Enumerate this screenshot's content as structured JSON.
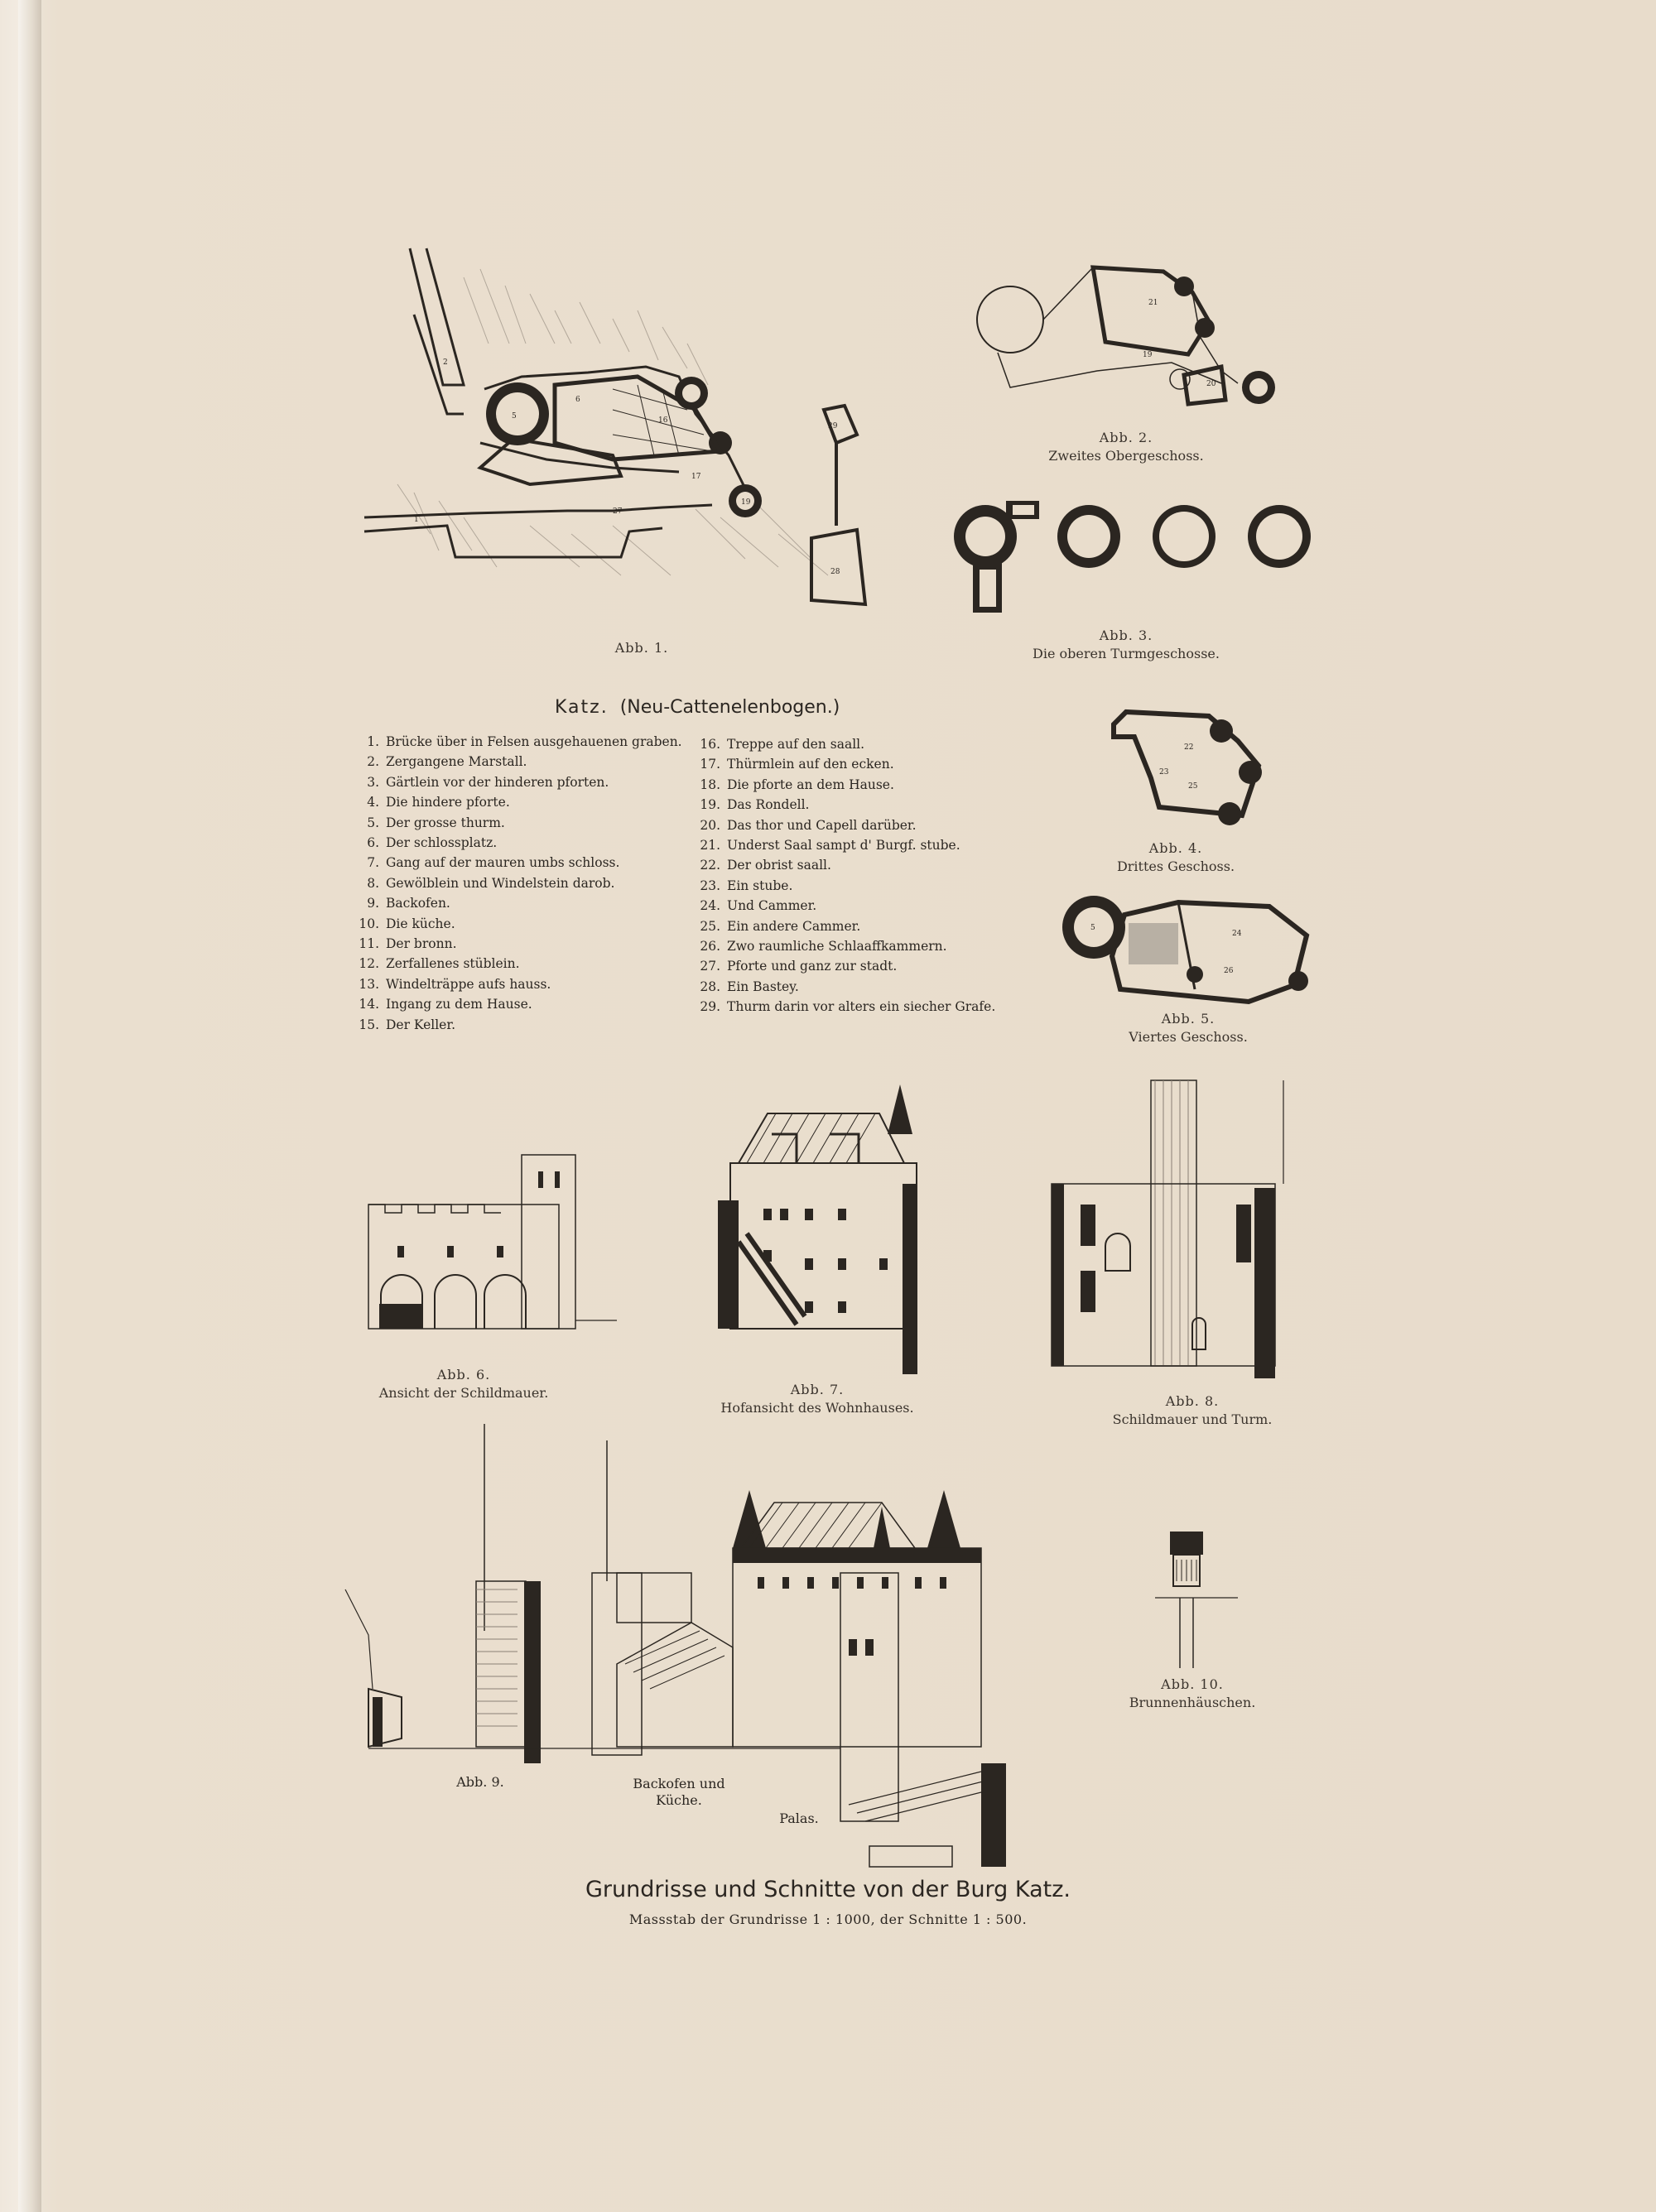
{
  "figures": {
    "abb1": {
      "label": "Abb. 1."
    },
    "abb2": {
      "label": "Abb. 2.",
      "caption": "Zweites Obergeschoss."
    },
    "abb3": {
      "label": "Abb. 3.",
      "caption": "Die oberen Turmgeschosse."
    },
    "abb4": {
      "label": "Abb. 4.",
      "caption": "Drittes Geschoss."
    },
    "abb5": {
      "label": "Abb. 5.",
      "caption": "Viertes Geschoss."
    },
    "abb6": {
      "label": "Abb. 6.",
      "caption": "Ansicht der Schildmauer."
    },
    "abb7": {
      "label": "Abb. 7.",
      "caption": "Hofansicht des Wohnhauses."
    },
    "abb8": {
      "label": "Abb. 8.",
      "caption": "Schildmauer und Turm."
    },
    "abb9": {
      "label": "Abb. 9.",
      "backofen": "Backofen und",
      "kueche": "Küche.",
      "palas": "Palas."
    },
    "abb10": {
      "label": "Abb. 10.",
      "caption": "Brunnenhäuschen."
    }
  },
  "legend": {
    "title_katz": "Katz.",
    "title_sub": "(Neu-Cattenelenbogen.)",
    "left": [
      {
        "n": "1.",
        "t": "Brücke über in Felsen ausgehauenen graben."
      },
      {
        "n": "2.",
        "t": "Zergangene Marstall."
      },
      {
        "n": "3.",
        "t": "Gärtlein vor der hinderen pforten."
      },
      {
        "n": "4.",
        "t": "Die hindere pforte."
      },
      {
        "n": "5.",
        "t": "Der grosse thurm."
      },
      {
        "n": "6.",
        "t": "Der schlossplatz."
      },
      {
        "n": "7.",
        "t": "Gang auf der mauren umbs schloss."
      },
      {
        "n": "8.",
        "t": "Gewölblein und Windelstein darob."
      },
      {
        "n": "9.",
        "t": "Backofen."
      },
      {
        "n": "10.",
        "t": "Die küche."
      },
      {
        "n": "11.",
        "t": "Der bronn."
      },
      {
        "n": "12.",
        "t": "Zerfallenes stüblein."
      },
      {
        "n": "13.",
        "t": "Windelträppe aufs hauss."
      },
      {
        "n": "14.",
        "t": "Ingang zu dem Hause."
      },
      {
        "n": "15.",
        "t": "Der Keller."
      }
    ],
    "right": [
      {
        "n": "16.",
        "t": "Treppe auf den saall."
      },
      {
        "n": "17.",
        "t": "Thürmlein auf den ecken."
      },
      {
        "n": "18.",
        "t": "Die pforte an dem Hause."
      },
      {
        "n": "19.",
        "t": "Das Rondell."
      },
      {
        "n": "20.",
        "t": "Das thor und Capell darüber."
      },
      {
        "n": "21.",
        "t": "Underst Saal sampt d' Burgf. stube."
      },
      {
        "n": "22.",
        "t": "Der obrist saall."
      },
      {
        "n": "23.",
        "t": "Ein stube."
      },
      {
        "n": "24.",
        "t": "Und Cammer."
      },
      {
        "n": "25.",
        "t": "Ein andere Cammer."
      },
      {
        "n": "26.",
        "t": "Zwo raumliche Schlaaffkammern."
      },
      {
        "n": "27.",
        "t": "Pforte und ganz zur stadt."
      },
      {
        "n": "28.",
        "t": "Ein Bastey."
      },
      {
        "n": "29.",
        "t": "Thurm darin vor alters ein siecher Grafe."
      }
    ]
  },
  "title": "Grundrisse und Schnitte von der Burg Katz.",
  "subtitle": "Massstab der Grundrisse 1 : 1000, der Schnitte 1 : 500."
}
